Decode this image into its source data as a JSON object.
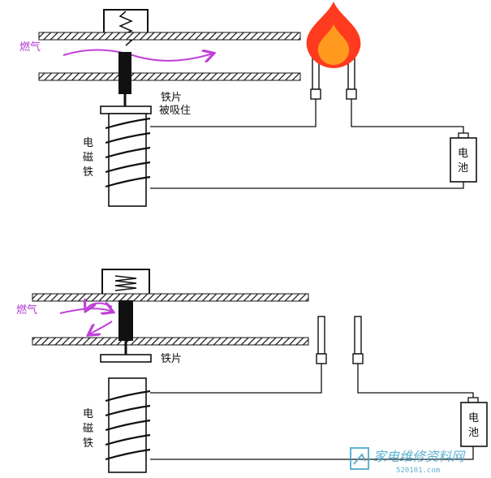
{
  "top": {
    "gas_label": "燃气",
    "iron_label_line1": "铁片",
    "iron_label_line2": "被吸住",
    "magnet_chars": [
      "电",
      "磁",
      "铁"
    ],
    "battery_chars": [
      "电",
      "池"
    ]
  },
  "bottom": {
    "gas_label": "燃气",
    "iron_label": "铁片",
    "magnet_chars": [
      "电",
      "磁",
      "铁"
    ],
    "battery_chars": [
      "电",
      "池"
    ]
  },
  "watermark": {
    "text": "家电维修资料网",
    "sub": "520101.com"
  },
  "colors": {
    "gas_arrow": "#c040d8",
    "flame_outer": "#ff3b1f",
    "flame_inner": "#ff9a1e",
    "line": "#111111",
    "watermark": "#43a6c9"
  }
}
